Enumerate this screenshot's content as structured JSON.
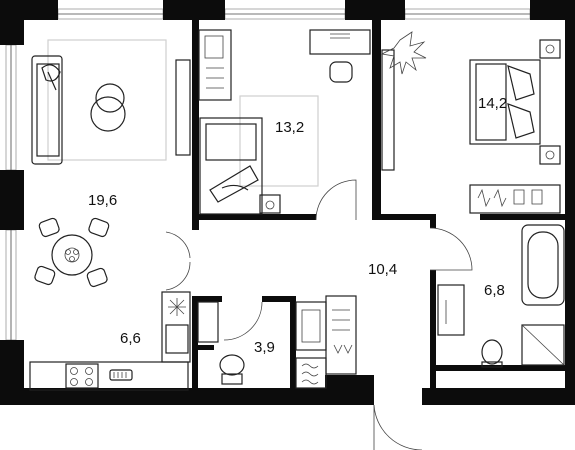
{
  "rooms": {
    "living": {
      "area": "19,6"
    },
    "bedroom_small": {
      "area": "13,2"
    },
    "bedroom_master": {
      "area": "14,2"
    },
    "hallway": {
      "area": "10,4"
    },
    "bathroom": {
      "area": "6,8"
    },
    "kitchen": {
      "area": "6,6"
    },
    "toilet": {
      "area": "3,9"
    }
  },
  "colors": {
    "wall": "#0c0c0c",
    "rug": "#cfcfcf",
    "line": "#222222"
  }
}
